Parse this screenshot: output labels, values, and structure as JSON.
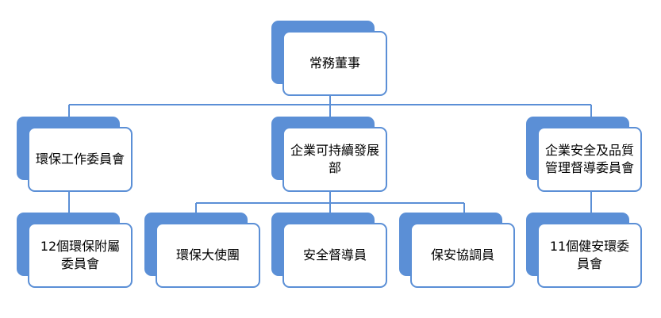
{
  "diagram": {
    "colors": {
      "accent": "#5b8fd6",
      "connector": "#5b8fd6",
      "box_fill": "#ffffff",
      "text": "#000000"
    },
    "nodes": {
      "root": "常務董事",
      "env_committee": "環保工作委員會",
      "sustainability_dept": "企業可持續發展部",
      "safety_quality_committee": "企業安全及品質管理督導委員會",
      "affiliated_committees": "12個環保附屬委員會",
      "env_ambassador": "環保大使團",
      "safety_supervisor": "安全督導員",
      "security_coordinator": "保安協調員",
      "health_safety_env_committees": "11個健安環委員會"
    }
  }
}
